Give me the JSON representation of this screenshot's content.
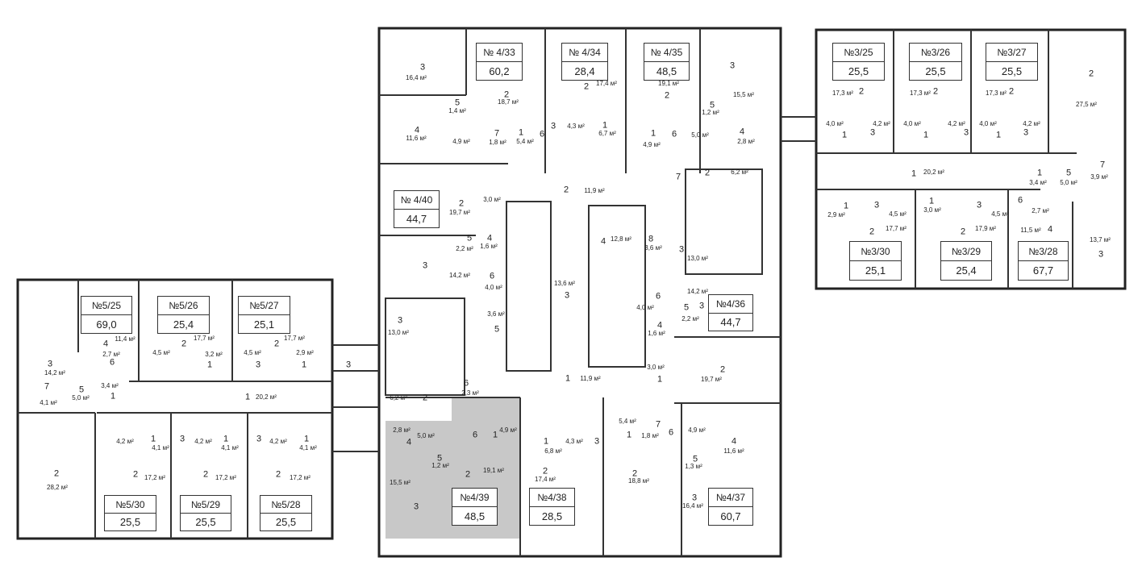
{
  "highlight_color": "#c8c8c8",
  "apartments": [
    {
      "id": "№5/25",
      "area": "69,0"
    },
    {
      "id": "№5/26",
      "area": "25,4"
    },
    {
      "id": "№5/27",
      "area": "25,1"
    },
    {
      "id": "№5/30",
      "area": "25,5"
    },
    {
      "id": "№5/29",
      "area": "25,5"
    },
    {
      "id": "№5/28",
      "area": "25,5"
    },
    {
      "id": "№ 4/33",
      "area": "60,2"
    },
    {
      "id": "№ 4/34",
      "area": "28,4"
    },
    {
      "id": "№ 4/35",
      "area": "48,5"
    },
    {
      "id": "№ 4/40",
      "area": "44,7"
    },
    {
      "id": "№4/36",
      "area": "44,7"
    },
    {
      "id": "№4/39",
      "area": "48,5",
      "highlighted": true
    },
    {
      "id": "№4/38",
      "area": "28,5"
    },
    {
      "id": "№4/37",
      "area": "60,7"
    },
    {
      "id": "№3/25",
      "area": "25,5"
    },
    {
      "id": "№3/26",
      "area": "25,5"
    },
    {
      "id": "№3/27",
      "area": "25,5"
    },
    {
      "id": "№3/30",
      "area": "25,1"
    },
    {
      "id": "№3/29",
      "area": "25,4"
    },
    {
      "id": "№3/28",
      "area": "67,7"
    }
  ],
  "rooms": [
    {
      "n": "3",
      "a": "14,2 м²"
    },
    {
      "n": "4",
      "a": "11,4 м²"
    },
    {
      "n": "6",
      "a": "2,7 м²"
    },
    {
      "n": "7",
      "a": "4,1 м²"
    },
    {
      "n": "5",
      "a": "5,0 м²"
    },
    {
      "n": "1",
      "a": "3,4 м²"
    },
    {
      "n": "2",
      "a": "17,7 м²"
    },
    {
      "n": "",
      "a": "4,5 м²"
    },
    {
      "n": "1",
      "a": "3,2 м²"
    },
    {
      "n": "2",
      "a": "17,7 м²"
    },
    {
      "n": "3",
      "a": "4,5 м²"
    },
    {
      "n": "1",
      "a": "2,9 м²"
    },
    {
      "n": "1",
      "a": "20,2 м²"
    },
    {
      "n": "1",
      "a": "4,1 м²"
    },
    {
      "n": "",
      "a": "4,2 м²"
    },
    {
      "n": "2",
      "a": "17,2 м²"
    },
    {
      "n": "1",
      "a": "4,1 м²"
    },
    {
      "n": "3",
      "a": "4,2 м²"
    },
    {
      "n": "2",
      "a": "17,2 м²"
    },
    {
      "n": "1",
      "a": "4,1 м²"
    },
    {
      "n": "3",
      "a": "4,2 м²"
    },
    {
      "n": "2",
      "a": "17,2 м²"
    },
    {
      "n": "2",
      "a": "28,2 м²"
    },
    {
      "n": "3",
      "a": ""
    },
    {
      "n": "3",
      "a": "16,4 м²"
    },
    {
      "n": "5",
      "a": "1,4 м²"
    },
    {
      "n": "2",
      "a": "18,7 м²"
    },
    {
      "n": "4",
      "a": "11,6 м²"
    },
    {
      "n": "",
      "a": "4,9 м²"
    },
    {
      "n": "7",
      "a": "1,8 м²"
    },
    {
      "n": "1",
      "a": "5,4 м²"
    },
    {
      "n": "6",
      "a": ""
    },
    {
      "n": "3",
      "a": "4,3 м²"
    },
    {
      "n": "2",
      "a": "17,4 м²"
    },
    {
      "n": "1",
      "a": "6,7 м²"
    },
    {
      "n": "2",
      "a": "19,1 м²"
    },
    {
      "n": "1",
      "a": "4,9 м²"
    },
    {
      "n": "6",
      "a": "5,0 м²"
    },
    {
      "n": "3",
      "a": "15,5 м²"
    },
    {
      "n": "5",
      "a": "1,2 м²"
    },
    {
      "n": "4",
      "a": "2,8 м²"
    },
    {
      "n": "2",
      "a": "11,9 м²"
    },
    {
      "n": "7",
      "a": ""
    },
    {
      "n": "2",
      "a": "6,2 м²"
    },
    {
      "n": "2",
      "a": "19,7 м²"
    },
    {
      "n": "",
      "a": "3,0 м²"
    },
    {
      "n": "5",
      "a": "2,2 м²"
    },
    {
      "n": "4",
      "a": "1,6 м²"
    },
    {
      "n": "3",
      "a": "14,2 м²"
    },
    {
      "n": "6",
      "a": "4,0 м²"
    },
    {
      "n": "4",
      "a": "12,8 м²"
    },
    {
      "n": "8",
      "a": "3,6 м²"
    },
    {
      "n": "3",
      "a": "13,0 м²"
    },
    {
      "n": "3",
      "a": "13,6 м²"
    },
    {
      "n": "3",
      "a": "13,0 м²"
    },
    {
      "n": "5",
      "a": "3,6 м²"
    },
    {
      "n": "6",
      "a": "4,0 м²"
    },
    {
      "n": "5",
      "a": "2,2 м²"
    },
    {
      "n": "4",
      "a": "1,6 м²"
    },
    {
      "n": "3",
      "a": "14,2 м²"
    },
    {
      "n": "1",
      "a": "3,0 м²"
    },
    {
      "n": "2",
      "a": "19,7 м²"
    },
    {
      "n": "1",
      "a": "11,9 м²"
    },
    {
      "n": "6",
      "a": "2,3 м²"
    },
    {
      "n": "2",
      "a": "6,2 м²"
    },
    {
      "n": "4",
      "a": "2,8 м²"
    },
    {
      "n": "6",
      "a": "5,0 м²"
    },
    {
      "n": "1",
      "a": "4,9 м²"
    },
    {
      "n": "5",
      "a": "1,2 м²"
    },
    {
      "n": "2",
      "a": "19,1 м²"
    },
    {
      "n": "3",
      "a": "15,5 м²"
    },
    {
      "n": "1",
      "a": "6,8 м²"
    },
    {
      "n": "3",
      "a": "4,3 м²"
    },
    {
      "n": "2",
      "a": "17,4 м²"
    },
    {
      "n": "1",
      "a": "5,4 м²"
    },
    {
      "n": "7",
      "a": "1,8 м²"
    },
    {
      "n": "6",
      "a": "4,9 м²"
    },
    {
      "n": "4",
      "a": "11,6 м²"
    },
    {
      "n": "5",
      "a": "1,3 м²"
    },
    {
      "n": "2",
      "a": "18,8 м²"
    },
    {
      "n": "3",
      "a": "16,4 м²"
    },
    {
      "n": "2",
      "a": "17,3 м²"
    },
    {
      "n": "1",
      "a": "4,0 м²"
    },
    {
      "n": "3",
      "a": "4,2 м²"
    },
    {
      "n": "2",
      "a": "17,3 м²"
    },
    {
      "n": "1",
      "a": "4,0 м²"
    },
    {
      "n": "3",
      "a": "4,2 м²"
    },
    {
      "n": "2",
      "a": "17,3 м²"
    },
    {
      "n": "1",
      "a": "4,0 м²"
    },
    {
      "n": "3",
      "a": "4,2 м²"
    },
    {
      "n": "2",
      "a": "27,5 м²"
    },
    {
      "n": "1",
      "a": "20,2 м²"
    },
    {
      "n": "1",
      "a": "3,4 м²"
    },
    {
      "n": "5",
      "a": "5,0 м²"
    },
    {
      "n": "7",
      "a": "3,9 м²"
    },
    {
      "n": "1",
      "a": "2,9 м²"
    },
    {
      "n": "3",
      "a": "4,5 м²"
    },
    {
      "n": "1",
      "a": "3,0 м²"
    },
    {
      "n": "3",
      "a": "4,5 м²"
    },
    {
      "n": "6",
      "a": "2,7 м²"
    },
    {
      "n": "2",
      "a": "17,7 м²"
    },
    {
      "n": "2",
      "a": "17,9 м²"
    },
    {
      "n": "4",
      "a": "11,5 м²"
    },
    {
      "n": "3",
      "a": "13,7 м²"
    }
  ]
}
